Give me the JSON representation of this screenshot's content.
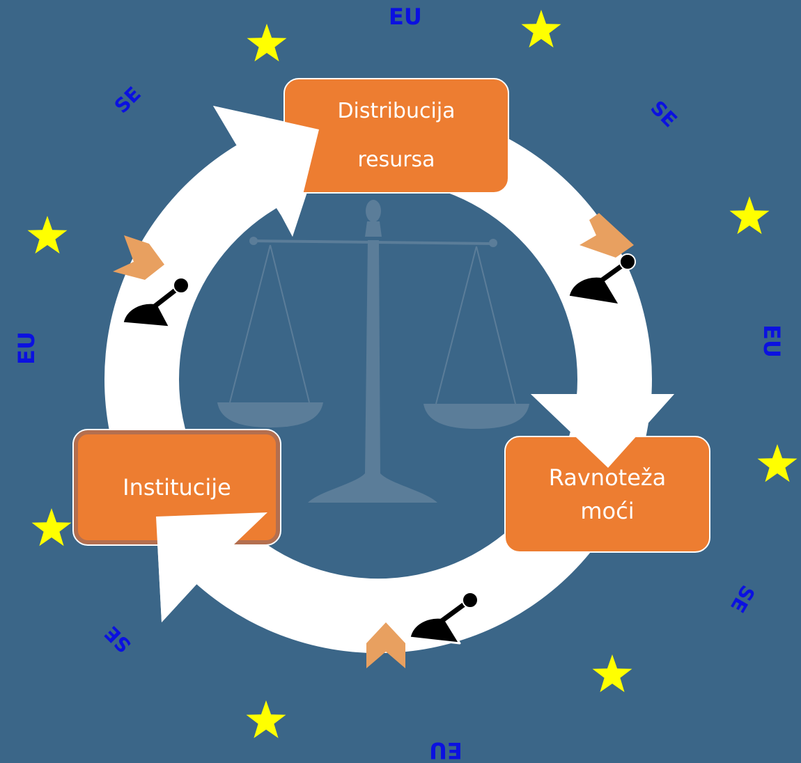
{
  "diagram": {
    "nodes": [
      {
        "id": "distribucija",
        "lines": [
          "Distribucija",
          "resursa"
        ]
      },
      {
        "id": "ravnoteza",
        "lines": [
          "Ravnoteža",
          "moći"
        ]
      },
      {
        "id": "institucije",
        "lines": [
          "Institucije"
        ]
      }
    ],
    "edges": [
      {
        "from": "institucije",
        "to": "distribucija"
      },
      {
        "from": "distribucija",
        "to": "ravnoteza"
      },
      {
        "from": "ravnoteza",
        "to": "institucije"
      }
    ],
    "ring_labels": {
      "eu_top": "EU",
      "eu_left": "EU",
      "eu_right": "EU",
      "eu_bottom": "EU",
      "se_1": "SE",
      "se_2": "SE",
      "se_3": "SE",
      "se_4": "SE"
    },
    "icons": {
      "center": "scales-of-justice-icon",
      "levers": "lever-icon",
      "chevrons": "chevron-icon",
      "stars": "star-icon"
    }
  },
  "colors": {
    "background": "#3b6688",
    "box": "#ed7d31",
    "ring": "#ffffff",
    "star": "#ffff00",
    "label": "#0b11e0",
    "chevron": "#e8a060",
    "lever": "#000000",
    "scales": "#5b7d99"
  }
}
